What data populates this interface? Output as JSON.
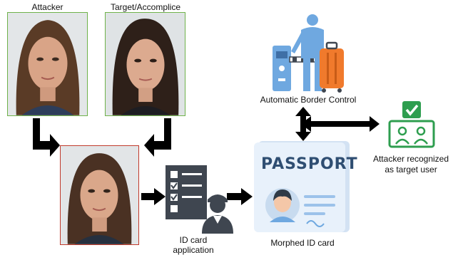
{
  "labels": {
    "attacker": "Attacker",
    "target": "Target/Accomplice",
    "abc": "Automatic Border Control",
    "recognized_line1": "Attacker recognized",
    "recognized_line2": "as target user",
    "id_app_line1": "ID card",
    "id_app_line2": "application",
    "morphed": "Morphed ID card",
    "passport": "PASSPORT"
  },
  "colors": {
    "source_border": "#6fb24a",
    "morph_border": "#c0392b",
    "arrow": "#000000",
    "passport_bg": "#e8f1fb",
    "passport_text": "#2f4e72",
    "check_green": "#2e9e4f",
    "form_gray": "#3f4650",
    "traveler_blue": "#6fa8e0",
    "suitcase_orange": "#f07a2c"
  },
  "icons": {
    "form": "checklist-form-with-officer-icon",
    "passport": "passport-icon",
    "border_control": "border-gate-traveler-icon",
    "recognized": "face-verified-check-icon"
  }
}
